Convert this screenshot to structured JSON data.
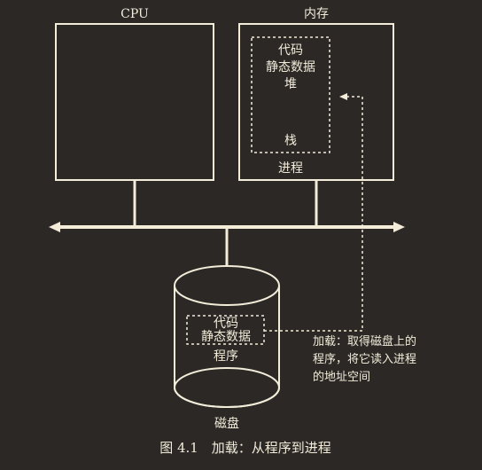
{
  "cpu": {
    "label": "CPU"
  },
  "memory": {
    "label": "内存",
    "process_label": "进程",
    "segments": {
      "code": "代码",
      "static_data": "静态数据",
      "heap": "堆",
      "stack": "栈"
    }
  },
  "disk": {
    "label": "磁盘",
    "program": {
      "code": "代码",
      "static_data": "静态数据",
      "label": "程序"
    }
  },
  "annotation": {
    "lines": [
      "加载：取得磁盘上的",
      "程序，将它读入进程",
      "的地址空间"
    ]
  },
  "caption": "图 4.1　加载：从程序到进程",
  "colors": {
    "background": "#2b2826",
    "foreground": "#f2ecd9"
  }
}
